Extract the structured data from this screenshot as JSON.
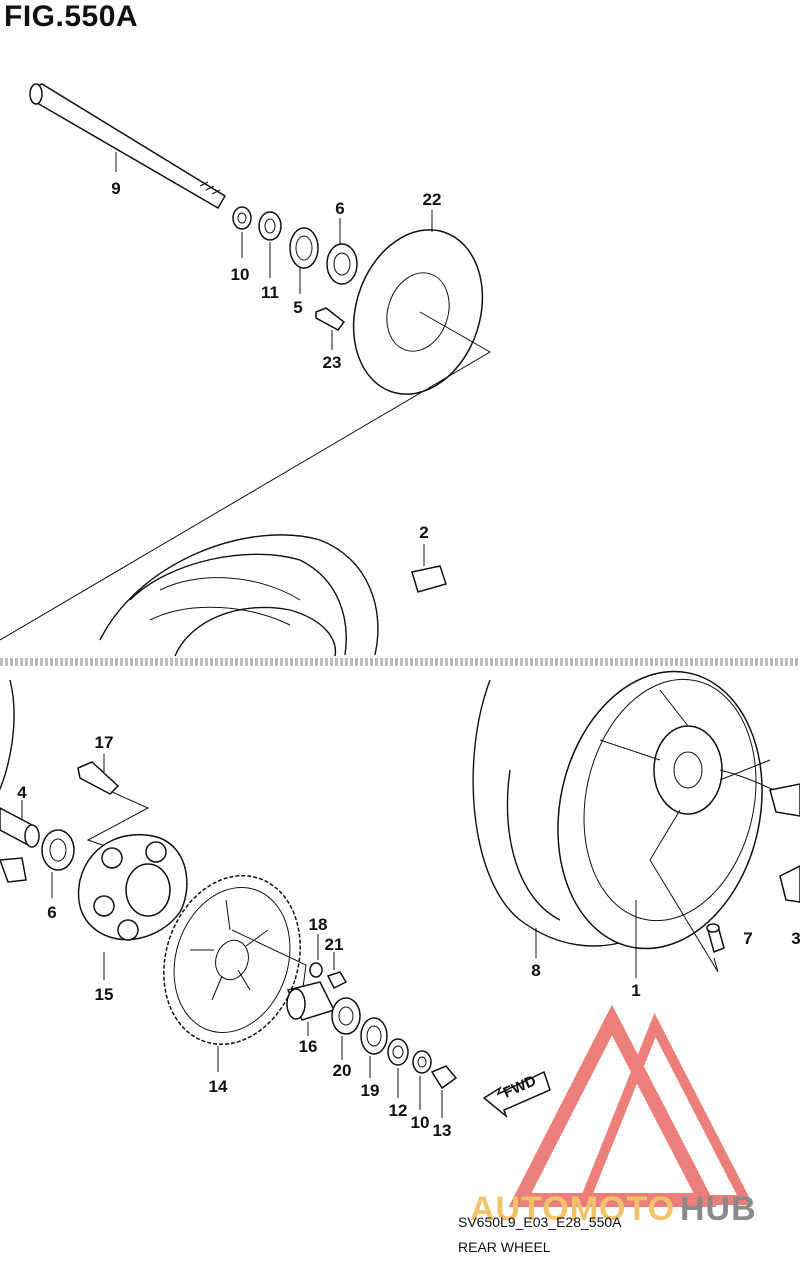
{
  "figure": {
    "title": "FIG.550A",
    "model_code": "SV650L9_E03_E28_550A",
    "name": "REAR WHEEL"
  },
  "callouts": {
    "c9": "9",
    "c10a": "10",
    "c11a": "11",
    "c5": "5",
    "c6a": "6",
    "c22": "22",
    "c23": "23",
    "c2": "2",
    "c17": "17",
    "c4": "4",
    "c6b": "6",
    "c15": "15",
    "c18": "18",
    "c21": "21",
    "c16": "16",
    "c14": "14",
    "c20": "20",
    "c19": "19",
    "c12": "12",
    "c10b": "10",
    "c13": "13",
    "c8": "8",
    "c1": "1",
    "c7": "7",
    "c3": "3"
  },
  "fwd_label": "FWD",
  "watermark": {
    "auto": "AUTOMOTO",
    "hub": "HUB",
    "accent": "#e8554e"
  },
  "colors": {
    "line": "#111111",
    "watermark_red": "#e8554e",
    "watermark_gold": "#f2c26a",
    "watermark_gray": "#8a8a8a"
  }
}
